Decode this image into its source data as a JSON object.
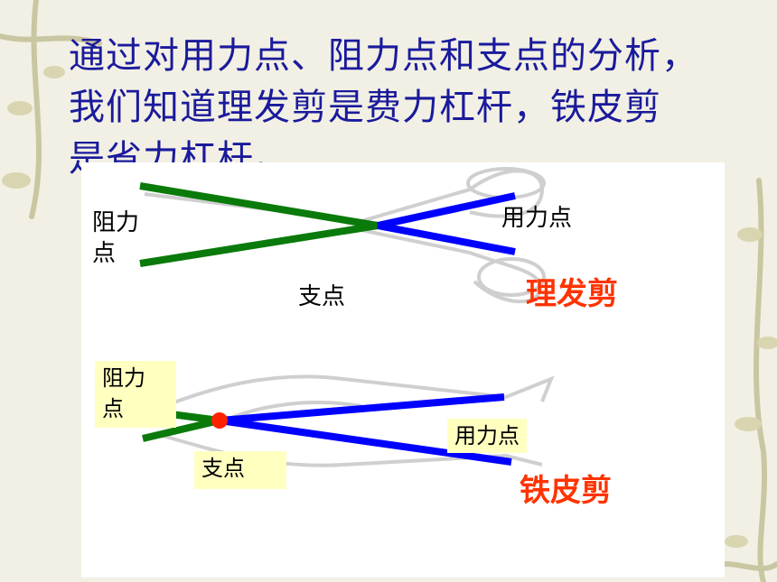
{
  "slide": {
    "text_lines": [
      "通过对用力点、阻力点和支点的分析，",
      "我们知道理发剪是费力杠杆，铁皮剪",
      "是省力杠杆。"
    ]
  },
  "hair_scissors": {
    "resistance_label_1": "阻力",
    "resistance_label_2": "点",
    "effort_label": "用力点",
    "fulcrum_label": "支点",
    "name": "理发剪"
  },
  "tin_snips": {
    "resistance_label_1": "阻力",
    "resistance_label_2": "点",
    "effort_label": "用力点",
    "fulcrum_label": "支点",
    "name": "铁皮剪"
  },
  "colors": {
    "resistance_arm": "#0a7a0a",
    "effort_arm": "#0000ff",
    "fulcrum_dot": "#ff2200",
    "title_text": "#1a1a9c",
    "name_text": "#ff3300",
    "label_bg": "#ffffc0"
  },
  "icons": [
    "vine-decoration-icon",
    "scissors-outline-icon",
    "tin-snips-outline-icon",
    "fulcrum-dot-icon"
  ]
}
